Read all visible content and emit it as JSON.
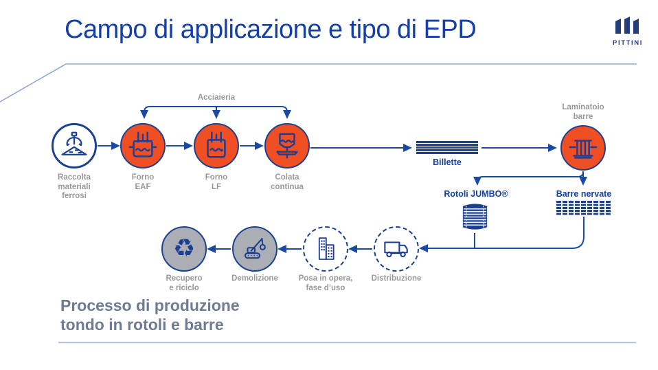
{
  "title": "Campo di applicazione e tipo di EPD",
  "logo": {
    "name": "PITTINI",
    "icon": "pittini-bars-logo"
  },
  "caption": {
    "line1": "Processo di produzione",
    "line2": "tondo in rotoli e barre"
  },
  "colors": {
    "title_blue": "#1540a8",
    "line_blue": "#1b4aa2",
    "icon_navy": "#1c3f92",
    "orange": "#f04e23",
    "gray_fill": "#abaeb4",
    "label_gray": "#97999c",
    "caption_slate": "#6d7b93",
    "logo_navy": "#233e7b",
    "deco_line": "#93aad1"
  },
  "diagram": {
    "acciaieria_label": "Acciaieria",
    "nodes": {
      "raccolta": {
        "icon": "scrap-claw-icon",
        "lines": [
          "Raccolta",
          "materiali",
          "ferrosi"
        ]
      },
      "forno_eaf": {
        "icon": "eaf-furnace-icon",
        "lines": [
          "Forno",
          "EAF"
        ]
      },
      "forno_lf": {
        "icon": "lf-furnace-icon",
        "lines": [
          "Forno",
          "LF"
        ]
      },
      "colata": {
        "icon": "continuous-casting-icon",
        "lines": [
          "Colata",
          "continua"
        ]
      },
      "billette": {
        "icon": "billets-stack-icon",
        "label": "Billette"
      },
      "laminatoio": {
        "icon": "rolling-mill-icon",
        "lines": [
          "Laminatoio",
          "barre"
        ]
      },
      "rotoli": {
        "icon": "jumbo-coil-icon",
        "label": "Rotoli JUMBO®"
      },
      "barre": {
        "icon": "ribbed-bars-icon",
        "label": "Barre nervate"
      },
      "distribuzione": {
        "icon": "truck-icon",
        "lines": [
          "Distribuzione"
        ]
      },
      "posa": {
        "icon": "buildings-icon",
        "lines": [
          "Posa in opera,",
          "fase d’uso"
        ]
      },
      "demolizione": {
        "icon": "demolition-crane-icon",
        "lines": [
          "Demolizione"
        ]
      },
      "recupero": {
        "icon": "recycle-icon",
        "lines": [
          "Recupero",
          "e riciclo"
        ]
      }
    }
  }
}
